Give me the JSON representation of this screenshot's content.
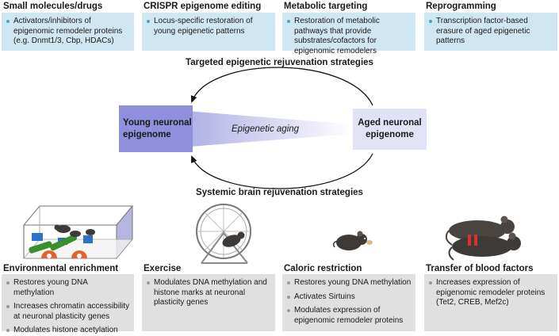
{
  "top_panels": [
    {
      "title": "Small molecules/drugs",
      "items": [
        "Activators/inhibitors of epigenomic remodeler proteins (e.g. Dnmt1/3, Cbp, HDACs)"
      ]
    },
    {
      "title": "CRISPR epigenome editing",
      "items": [
        "Locus-specific restoration of young epigenetic patterns"
      ]
    },
    {
      "title": "Metabolic targeting",
      "items": [
        "Restoration of metabolic pathways that provide substrates/cofactors for epigenomic remodelers"
      ]
    },
    {
      "title": "Reprogramming",
      "items": [
        "Transcription factor-based erasure of aged epigenetic patterns"
      ]
    }
  ],
  "center": {
    "targeted_strategies": "Targeted epigenetic rejuvenation strategies",
    "systemic_strategies": "Systemic brain rejuvenation strategies",
    "young_line1": "Young neuronal",
    "young_line2": "epigenome",
    "aged_line1": "Aged neuronal",
    "aged_line2": "epigenome",
    "aging_label": "Epigenetic aging"
  },
  "bottom_panels": [
    {
      "title": "Environmental enrichment",
      "items": [
        "Restores young DNA methylation",
        "Increases chromatin accessibility at neuronal plasticity genes",
        "Modulates histone acetylation"
      ]
    },
    {
      "title": "Exercise",
      "items": [
        "Modulates DNA methylation and histone marks at neuronal plasticity genes"
      ]
    },
    {
      "title": "Caloric restriction",
      "items": [
        "Restores young DNA methylation",
        "Activates Sirtuins",
        "Modulates expression of epigenomic remodeler proteins"
      ]
    },
    {
      "title": "Transfer of blood factors",
      "items": [
        "Increases expression of epigenomic remodeler proteins (Tet2, CREB, Mef2c)"
      ]
    }
  ],
  "colors": {
    "top_box": "#cfe7f1",
    "top_bullet": "#3fa6c9",
    "bottom_box": "#e0e0e0",
    "young_node": "#8f8fdc",
    "aged_node": "#e2e2f6",
    "mouse_body": "#3e3a38",
    "toy_green": "#3a8f2e",
    "toy_orange": "#e0632a",
    "blood_red": "#d93030"
  },
  "icons": [
    "enrichment-cage-illustration",
    "running-wheel-illustration",
    "mouse-illustration",
    "parabiosis-mice-illustration"
  ]
}
